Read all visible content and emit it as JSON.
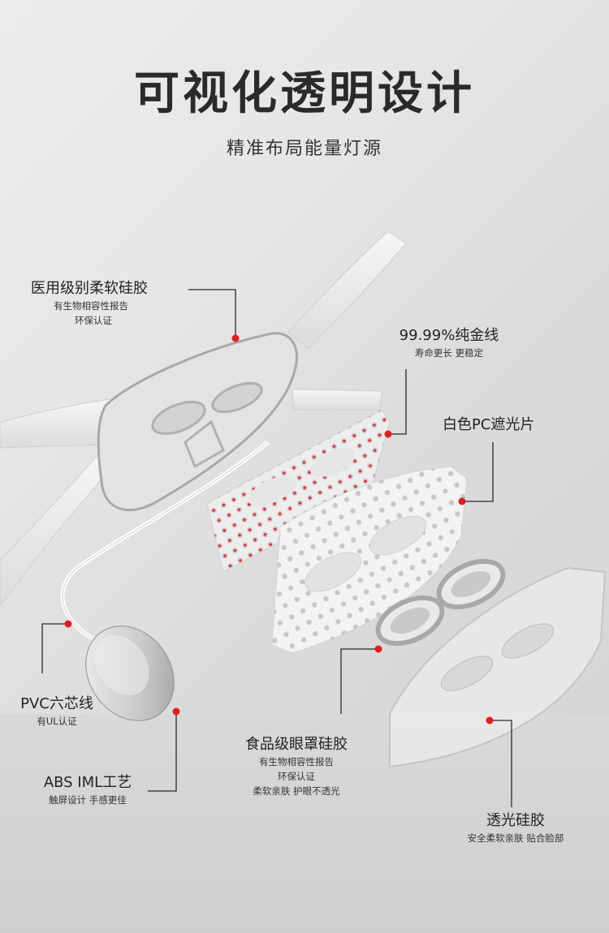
{
  "title": "可视化透明设计",
  "subtitle": "精准布局能量灯源",
  "labels": {
    "silicone_medical": {
      "main": "医用级别柔软硅胶",
      "subs": [
        "有生物相容性报告",
        "环保认证"
      ]
    },
    "gold_wire": {
      "main": "99.99%纯金线",
      "subs": [
        "寿命更长 更稳定"
      ]
    },
    "pc_shade": {
      "main": "白色PC遮光片",
      "subs": []
    },
    "pvc_cable": {
      "main": "PVC六芯线",
      "subs": [
        "有UL认证"
      ]
    },
    "eye_silicone": {
      "main": "食品级眼罩硅胶",
      "subs": [
        "有生物相容性报告",
        "环保认证",
        "柔软亲肤 护眼不透光"
      ]
    },
    "abs_iml": {
      "main": "ABS IML工艺",
      "subs": [
        "触屏设计 手感更佳"
      ]
    },
    "clear_silicone": {
      "main": "透光硅胶",
      "subs": [
        "安全柔软亲肤 贴合脸部"
      ]
    }
  },
  "colors": {
    "accent_dot": "#e02020",
    "line": "#2a2a2a",
    "led": "#e03030"
  }
}
